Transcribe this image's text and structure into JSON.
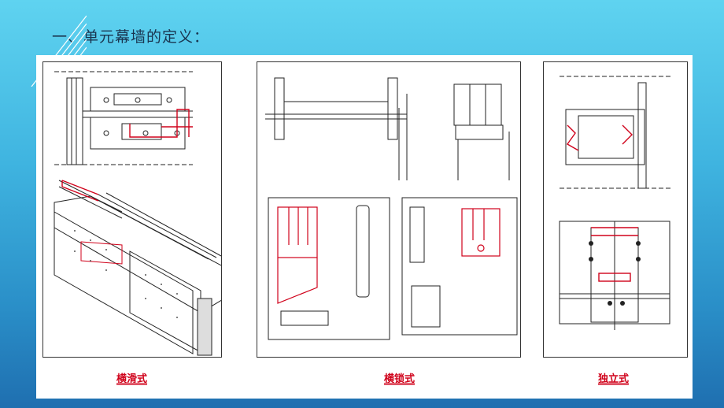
{
  "title": "一、单元幕墙的定义：",
  "captions": {
    "left": "横滑式",
    "middle": "横锁式",
    "right": "独立式"
  },
  "colors": {
    "accent": "#d0021b",
    "line": "#222222"
  }
}
